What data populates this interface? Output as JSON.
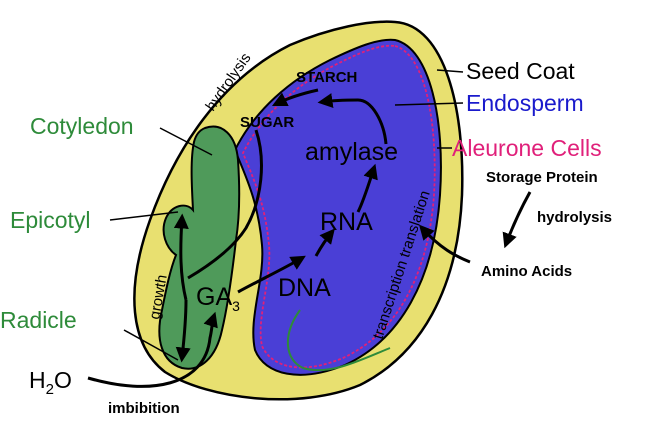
{
  "labels": {
    "seed_coat": "Seed Coat",
    "endosperm": "Endosperm",
    "aleurone": "Aleurone Cells",
    "cotyledon": "Cotyledon",
    "epicotyl": "Epicotyl",
    "radicle": "Radicle",
    "storage_protein": "Storage Protein",
    "hydrolysis_right": "hydrolysis",
    "amino_acids": "Amino Acids",
    "imbibition": "imbibition",
    "water_base": "H",
    "water_sub": "2",
    "water_tail": "O"
  },
  "inner": {
    "starch": "STARCH",
    "sugar": "SUGAR",
    "amylase": "amylase",
    "rna": "RNA",
    "dna": "DNA",
    "ga_base": "GA",
    "ga_sub": "3",
    "growth": "growth",
    "hydrolysis_band": "hydrolysis",
    "transcription": "transcription translation"
  },
  "colors": {
    "seed_coat": "#e8e070",
    "endosperm": "#4a3fd6",
    "embryo": "#4f9a5a",
    "aleurone_line": "#e0207a",
    "label_green": "#2e8b3a",
    "label_blue": "#1a1acc",
    "label_pink": "#e0207a"
  }
}
